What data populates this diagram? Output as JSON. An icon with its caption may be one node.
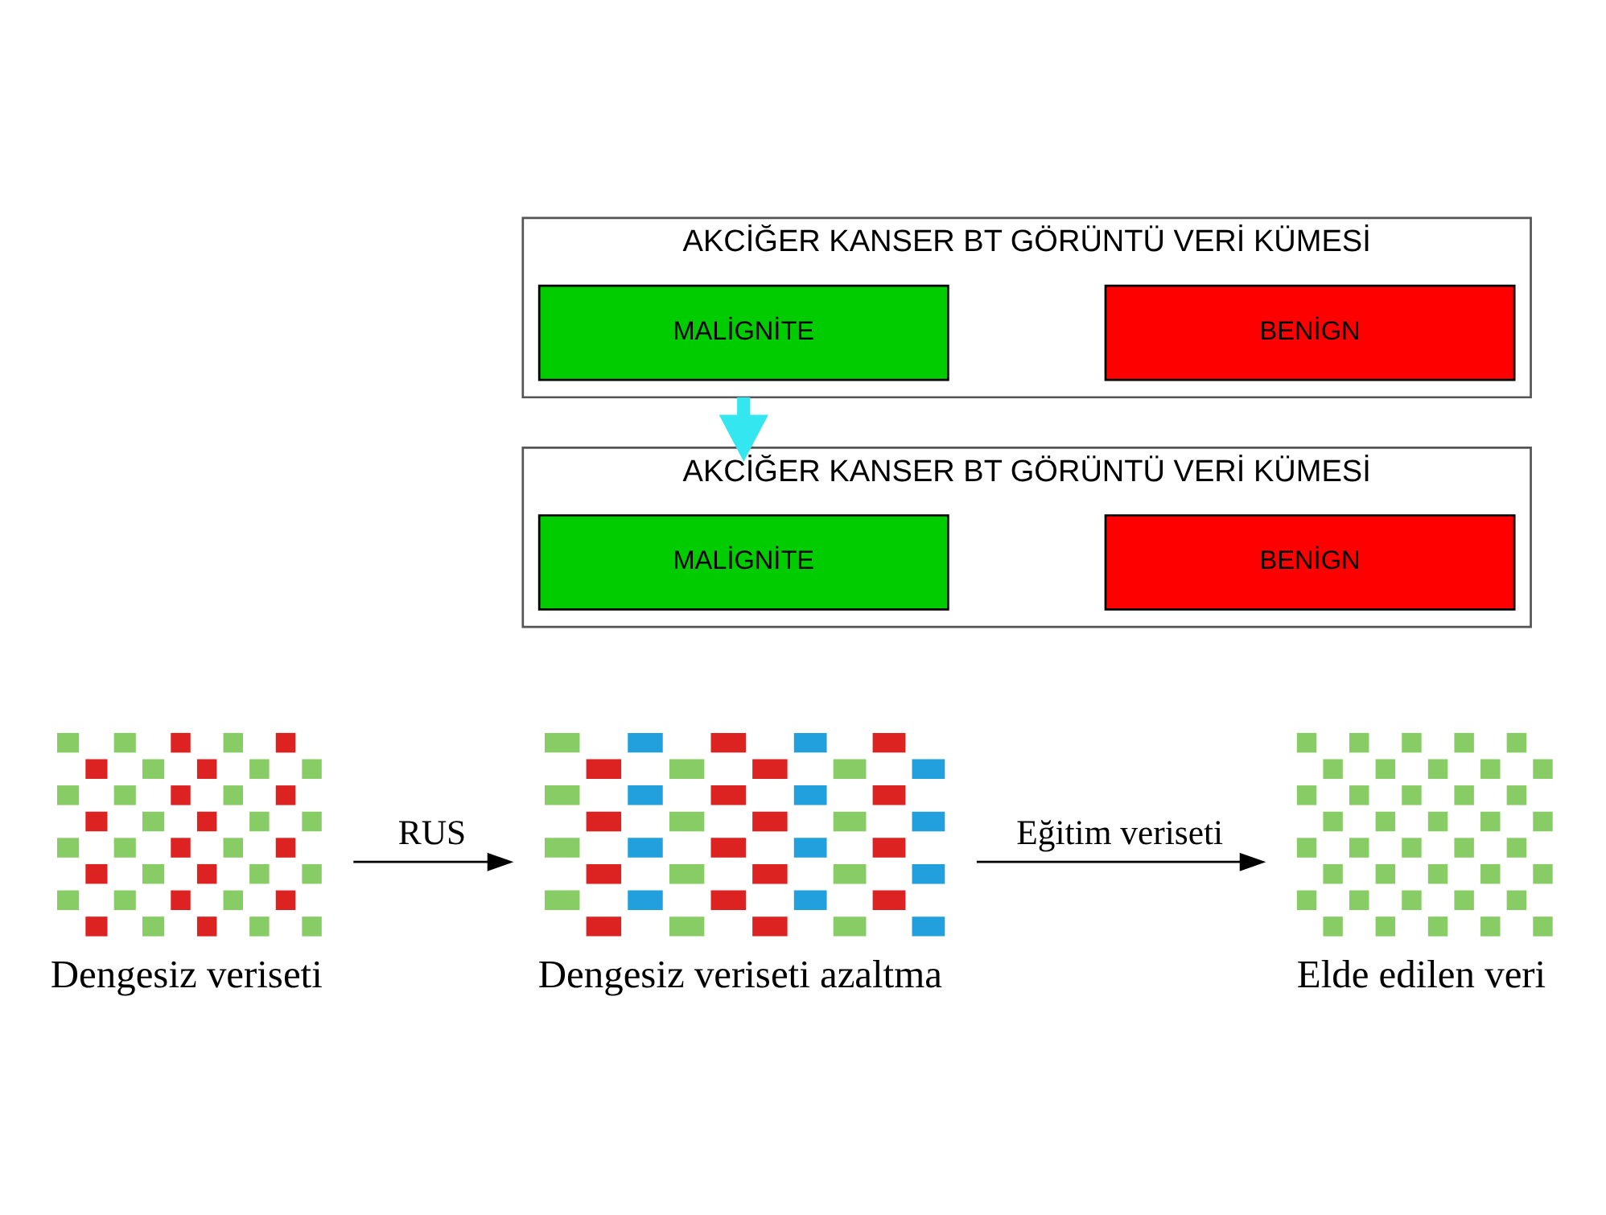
{
  "diagram": {
    "nodes": [
      {
        "text": [
          "AKCİĞER KANSER BT GÖRÜNTÜ VERİ KÜMESİ"
        ]
      },
      {
        "text": [
          "MALİGNİTE"
        ],
        "in": 0
      },
      {
        "text": [
          "BENİGN"
        ],
        "in": 0
      },
      {
        "text": [
          "AKCİĞER KANSER BT GÖRÜNTÜ VERİ KÜMESİ"
        ]
      },
      {
        "text": [
          "MALİGNİTE"
        ],
        "in": 3
      },
      {
        "text": [
          "BENİGN"
        ],
        "in": 3
      },
      {
        "text": [],
        "shape": "picture",
        "beside": [
          "Dengesiz veriseti"
        ]
      },
      {
        "text": [],
        "shape": "picture",
        "beside": [
          "Dengesiz veriseti azaltma"
        ]
      },
      {
        "text": [],
        "shape": "picture",
        "beside": [
          "Elde edilen veri"
        ]
      }
    ],
    "edges": [
      {
        "from": 0,
        "to": 3,
        "arrow": "to",
        "style": "thick",
        "color": "#33e6f0"
      },
      {
        "from": 6,
        "to": 7,
        "arrow": "to",
        "label": "RUS"
      },
      {
        "from": 7,
        "to": 8,
        "arrow": "to",
        "label": "Eğitim veriseti"
      }
    ]
  }
}
